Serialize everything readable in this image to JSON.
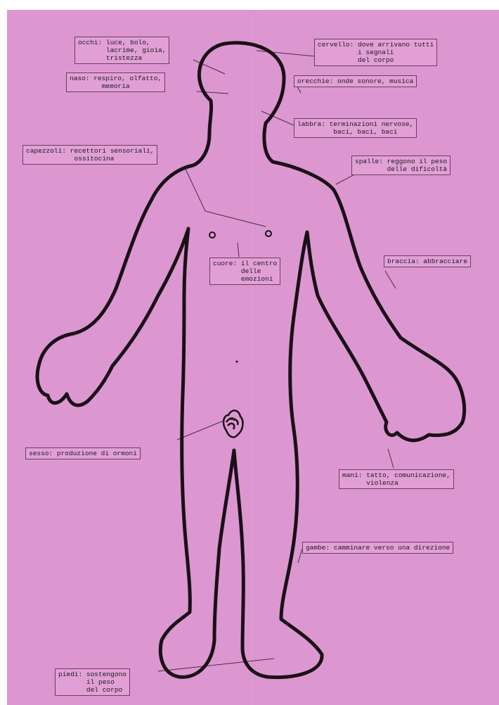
{
  "labels": {
    "occhi": "occhi: luce, bolo,\n       lacrime, gioia,\n       tristezza",
    "naso": "naso: respiro, olfatto,\n        memoria",
    "cervello": "cervello: dove arrivano tutti\n          i segnali\n          del corpo",
    "orecchie": "orecchie: onde sonore, musica",
    "labbra": "labbra: terminazioni nervose,\n         baci, baci, baci",
    "capezzoli": "capezzoli: recettori sensoriali,\n            ossitocina",
    "spalle": "spalle: reggono il peso\n        delle dificoltà",
    "cuore": "cuore: il centro\n       delle\n       emozioni",
    "braccia": "braccia: abbracciare",
    "sesso": "sesso: produzione di ormoni",
    "mani": "mani: tatto, comunicazione,\n      violenza",
    "gambe": "gambe: camminare verso una direzione",
    "piedi": "piedi: sostengono\n       il peso\n       del corpo"
  },
  "colors": {
    "paper": "#dc97d0",
    "outline": "#1a1018",
    "label_border": "#6b3d62"
  }
}
